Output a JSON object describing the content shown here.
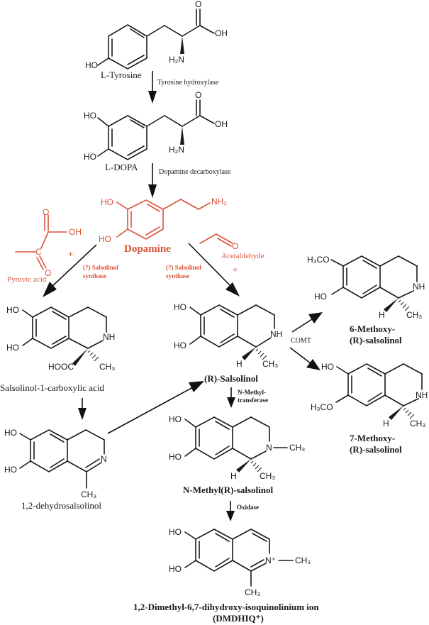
{
  "colors": {
    "ink": "#1a1a1a",
    "highlight": "#d9533b"
  },
  "compounds": {
    "tyrosine": {
      "name": "L-Tyrosine",
      "labels": {
        "ho": "HO",
        "oh": "OH",
        "o": "O",
        "h2n": "H₂N"
      }
    },
    "ldopa": {
      "name": "L-DOPA",
      "labels": {
        "ho1": "HO",
        "ho2": "HO",
        "oh": "OH",
        "o": "O",
        "h2n": "H₂N"
      }
    },
    "dopamine": {
      "name": "Dopamine",
      "labels": {
        "ho1": "HO",
        "ho2": "HO",
        "nh2": "NH₂"
      }
    },
    "pyruvic": {
      "name": "Pyruvic acid",
      "labels": {
        "o1": "O",
        "oh": "OH",
        "c": "C",
        "o2": "O"
      }
    },
    "acetaldehyde": {
      "name": "Acetaldehyde",
      "labels": {
        "o": "O"
      }
    },
    "salsolinol_carboxylic": {
      "name": "Salsolinol-1-carboxylic acid",
      "labels": {
        "ho1": "HO",
        "ho2": "HO",
        "nh": "NH",
        "hooc": "HOOC",
        "ch3": "CH₃"
      }
    },
    "r_salsolinol": {
      "name": "(R)-Salsolinol",
      "labels": {
        "ho1": "HO",
        "ho2": "HO",
        "nh": "NH",
        "h": "H",
        "ch3": "CH₃"
      }
    },
    "dehydrosalsolinol": {
      "name": "1,2-dehydrosalsolinol",
      "labels": {
        "ho1": "HO",
        "ho2": "HO",
        "n": "N",
        "ch3": "CH₃"
      }
    },
    "n_methyl_salsolinol": {
      "name": "N-Methyl(R)-salsolinol",
      "labels": {
        "ho1": "HO",
        "ho2": "HO",
        "n": "N",
        "ch3_n": "CH₃",
        "h": "H",
        "ch3": "CH₃"
      }
    },
    "dmdhiq": {
      "name_line1": "1,2-Dimethyl-6,7-dihydroxy-isoquinolinium ion",
      "name_line2": "(DMDHIQ⁺)",
      "labels": {
        "ho1": "HO",
        "ho2": "HO",
        "n": "N⁺",
        "ch3_n": "CH₃",
        "ch3": "CH₃"
      }
    },
    "methoxy6": {
      "name_line1": "6-Methoxy-",
      "name_line2": "(R)-salsolinol",
      "labels": {
        "h3co": "H₃CO",
        "ho": "HO",
        "nh": "NH",
        "h": "H",
        "ch3": "CH₃"
      }
    },
    "methoxy7": {
      "name_line1": "7-Methoxy-",
      "name_line2": "(R)-salsolinol",
      "labels": {
        "ho": "HO",
        "h3co": "H₃CO",
        "nh": "NH",
        "h": "H",
        "ch3": "CH₃"
      }
    }
  },
  "enzymes": {
    "tyrosine_hydroxylase": "Tyrosine hydroxylase",
    "dopamine_decarboxylase": "Dopamine decarboxylase",
    "salsolinol_synthase_left_1": "(?) Salsolinol",
    "salsolinol_synthase_left_2": "synthase",
    "salsolinol_synthase_right_1": "(?) Salsolinol",
    "salsolinol_synthase_right_2": "synthase",
    "n_methyltransferase_1": "N-Methyl-",
    "n_methyltransferase_2": "transferase",
    "oxidase": "Oxidase",
    "comt": "COMT"
  },
  "symbols": {
    "plus_left": "+",
    "plus_right": "+"
  }
}
